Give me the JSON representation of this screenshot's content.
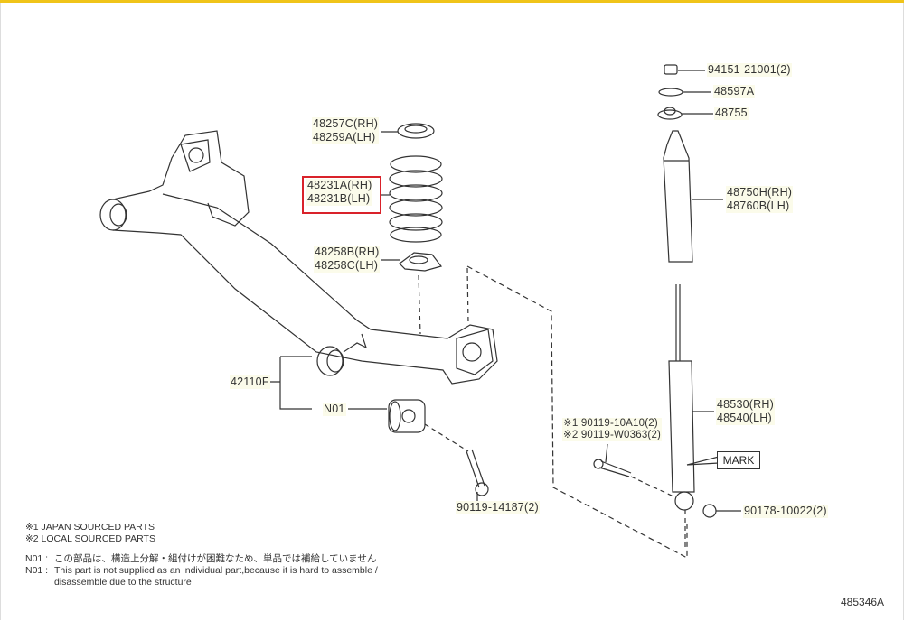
{
  "accent_color": "#f0c419",
  "highlight_color": "#d9222a",
  "callouts": {
    "nut_top": "94151-21001(2)",
    "washer": "48597A",
    "mount": "48755",
    "bumper_rh": "48750H(RH)",
    "bumper_lh": "48760B(LH)",
    "upper_seat_rh": "48257C(RH)",
    "upper_seat_lh": "48259A(LH)",
    "spring_rh": "48231A(RH)",
    "spring_lh": "48231B(LH)",
    "lower_seat_rh": "48258B(RH)",
    "lower_seat_lh": "48258C(LH)",
    "beam": "42110F",
    "bushing": "N01",
    "beam_bolt": "90119-14187(2)",
    "absorber_rh": "48530(RH)",
    "absorber_lh": "48540(LH)",
    "bolt_japan": "※1 90119-10A10(2)",
    "bolt_local": "※2 90119-W0363(2)",
    "mark": "MARK",
    "nut_bottom": "90178-10022(2)"
  },
  "notes": {
    "note1": "※1 JAPAN SOURCED PARTS",
    "note2": "※2 LOCAL SOURCED PARTS",
    "n01_key": "N01 :",
    "n01_jp": "この部品は、構造上分解・組付けが困難なため、単品では補給していません",
    "n01_en_1": "This part is not supplied as an individual part,because it is hard to assemble /",
    "n01_en_2": "disassemble due to the structure"
  },
  "diagram_code": "485346A"
}
